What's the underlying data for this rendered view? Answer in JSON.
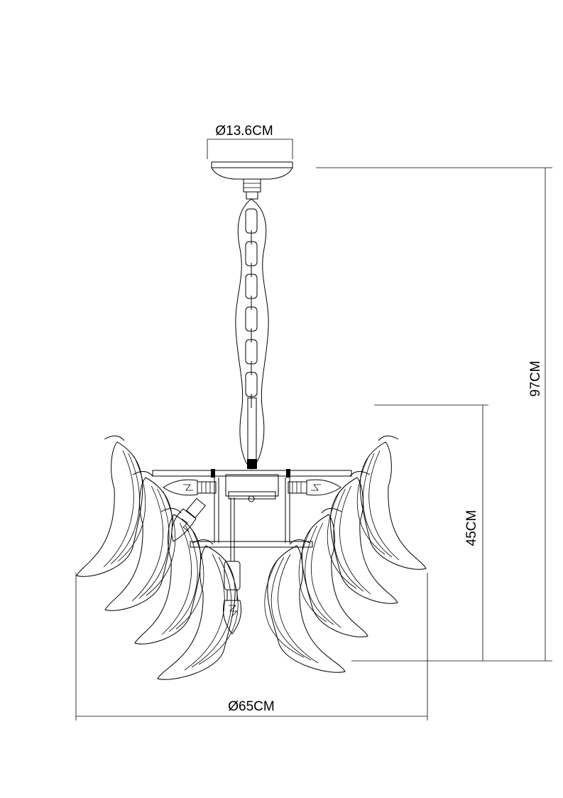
{
  "dimensions": {
    "canopy_diameter": "Ø13.6CM",
    "total_height": "97CM",
    "body_height": "45CM",
    "body_diameter": "Ø65CM"
  },
  "colors": {
    "line": "#000000",
    "background": "#ffffff"
  }
}
